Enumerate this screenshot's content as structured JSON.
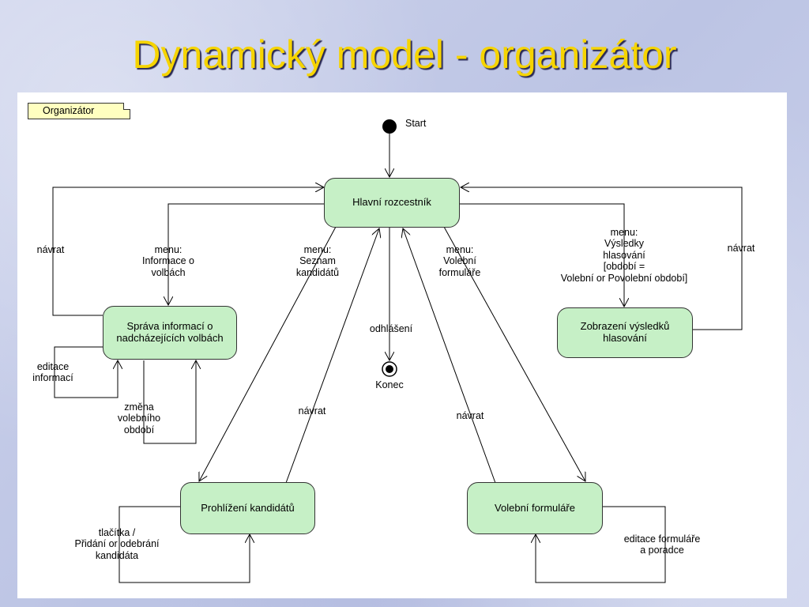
{
  "title": "Dynamický model - organizátor",
  "note": "Organizátor",
  "states": {
    "start": "Start",
    "end": "Konec",
    "hlavni": "Hlavní rozcestník",
    "sprava": "Správa informací o nadcházejících volbách",
    "zobrazeni": "Zobrazení výsledků hlasování",
    "prohlizeni": "Prohlížení kandidátů",
    "formulare": "Volební formuláře"
  },
  "labels": {
    "navrat_left": "návrat",
    "menu_informace": "menu:\nInformace o\nvolbách",
    "menu_seznam": "menu:\nSeznam\nkandidátů",
    "menu_volebni": "menu:\nVolební\nformuláře",
    "menu_vysledky": "menu:\nVýsledky\nhlasování\n[období =\nVolební or Povolební období]",
    "navrat_right": "návrat",
    "odhlaseni": "odhlášení",
    "editace_informaci": "editace\ninformací",
    "zmena_obdobi": "změna\nvolebního\nobdobí",
    "navrat_prohlizeni": "návrat",
    "navrat_formulare": "návrat",
    "tlacitka": "tlačítka /\nPřidání or odebrání\nkandidáta",
    "editace_formulare": "editace formuláře\na poradce"
  }
}
